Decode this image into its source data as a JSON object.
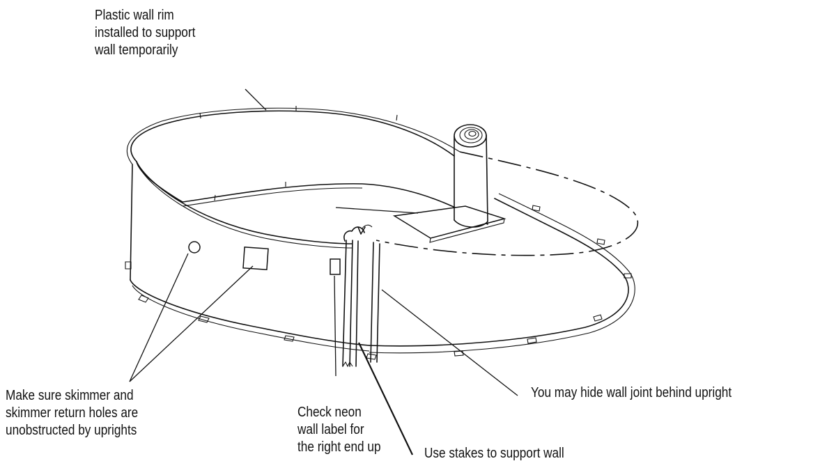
{
  "labels": {
    "wall_rim": [
      "Plastic wall rim",
      "installed to support",
      "wall temporarily"
    ],
    "skimmer": [
      "Make sure skimmer and",
      "skimmer return holes are",
      "unobstructed by uprights"
    ],
    "neon_label": [
      "Check neon",
      "wall label for",
      "the right end up"
    ],
    "stakes": "Use stakes to support wall",
    "wall_joint": "You may hide wall joint behind upright"
  }
}
